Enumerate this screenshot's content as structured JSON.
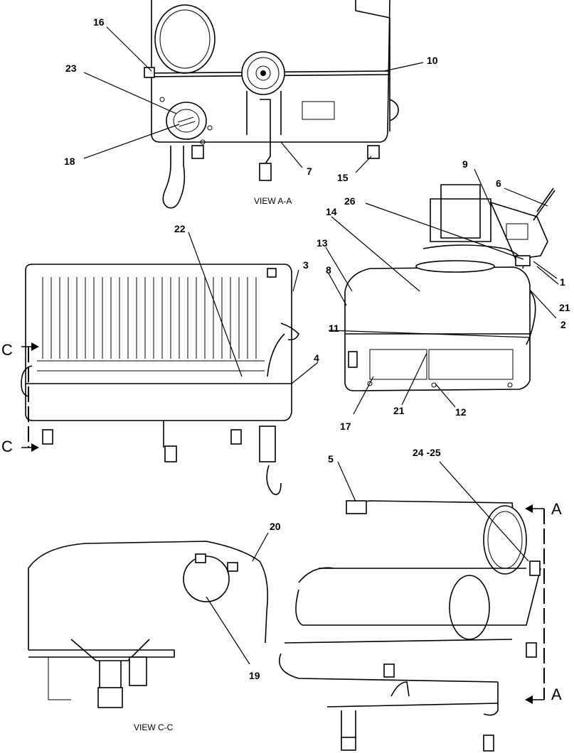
{
  "views": {
    "view_a": "VIEW A-A",
    "view_c": "VIEW C-C"
  },
  "section_markers": {
    "c_top": "C",
    "c_bottom": "C",
    "a_top": "A",
    "a_bottom": "A"
  },
  "callouts": {
    "c1": "1",
    "c2": "2",
    "c3": "3",
    "c4": "4",
    "c5": "5",
    "c6": "6",
    "c7": "7",
    "c8": "8",
    "c9": "9",
    "c10": "10",
    "c11": "11",
    "c12": "12",
    "c13": "13",
    "c14": "14",
    "c15": "15",
    "c16": "16",
    "c17": "17",
    "c18": "18",
    "c19": "19",
    "c20": "20",
    "c21a": "21",
    "c21b": "21",
    "c22": "22",
    "c23": "23",
    "c24_25": "24 -25",
    "c26": "26"
  }
}
